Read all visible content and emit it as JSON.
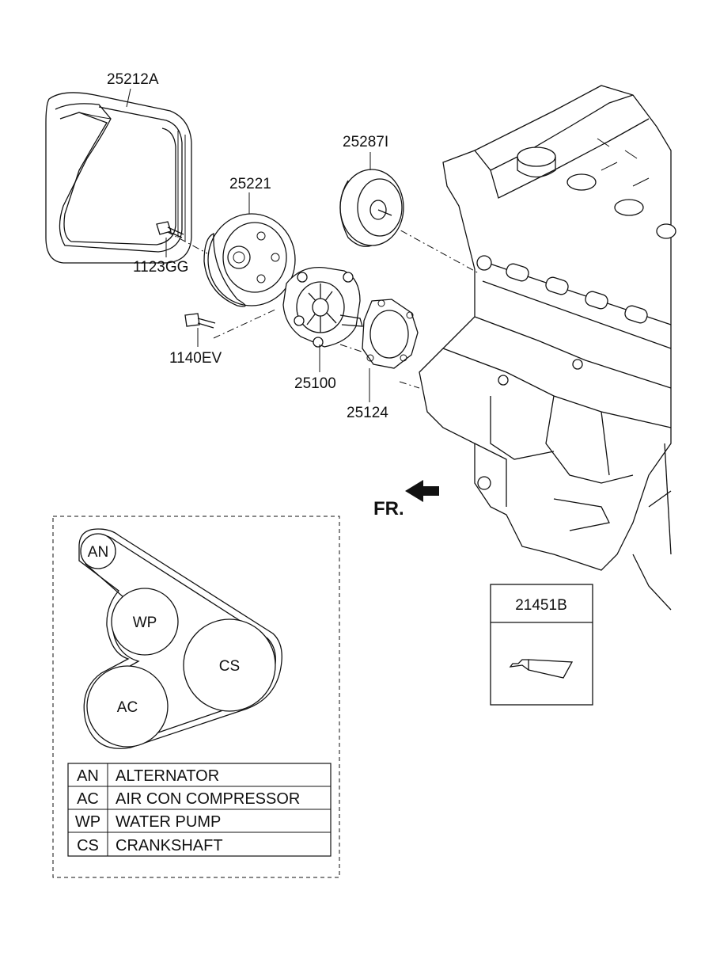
{
  "parts": {
    "belt": "25212A",
    "tensioner_pulley": "25221",
    "idler_pulley": "25287I",
    "tensioner_bolt": "1123GG",
    "pump_bolt": "1140EV",
    "water_pump": "25100",
    "gasket": "25124",
    "sealant": "21451B"
  },
  "front_indicator": "FR.",
  "belt_layout": {
    "pulleys": [
      "AN",
      "WP",
      "CS",
      "AC"
    ],
    "legend": [
      {
        "code": "AN",
        "name": "ALTERNATOR"
      },
      {
        "code": "AC",
        "name": "AIR CON COMPRESSOR"
      },
      {
        "code": "WP",
        "name": "WATER PUMP"
      },
      {
        "code": "CS",
        "name": "CRANKSHAFT"
      }
    ]
  }
}
